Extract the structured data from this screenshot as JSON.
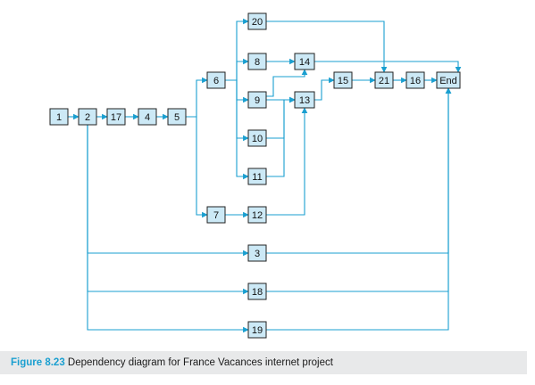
{
  "diagram": {
    "nodes": [
      {
        "id": "n1",
        "label": "1"
      },
      {
        "id": "n2",
        "label": "2"
      },
      {
        "id": "n17",
        "label": "17"
      },
      {
        "id": "n4",
        "label": "4"
      },
      {
        "id": "n5",
        "label": "5"
      },
      {
        "id": "n6",
        "label": "6"
      },
      {
        "id": "n7",
        "label": "7"
      },
      {
        "id": "n20",
        "label": "20"
      },
      {
        "id": "n8",
        "label": "8"
      },
      {
        "id": "n9",
        "label": "9"
      },
      {
        "id": "n10",
        "label": "10"
      },
      {
        "id": "n11",
        "label": "11"
      },
      {
        "id": "n12",
        "label": "12"
      },
      {
        "id": "n14",
        "label": "14"
      },
      {
        "id": "n13",
        "label": "13"
      },
      {
        "id": "n15",
        "label": "15"
      },
      {
        "id": "n21",
        "label": "21"
      },
      {
        "id": "n16",
        "label": "16"
      },
      {
        "id": "nEnd",
        "label": "End"
      },
      {
        "id": "n3",
        "label": "3"
      },
      {
        "id": "n18",
        "label": "18"
      },
      {
        "id": "n19",
        "label": "19"
      }
    ],
    "edges": [
      [
        "n1",
        "n2"
      ],
      [
        "n2",
        "n17"
      ],
      [
        "n17",
        "n4"
      ],
      [
        "n4",
        "n5"
      ],
      [
        "n5",
        "n6"
      ],
      [
        "n5",
        "n7"
      ],
      [
        "n6",
        "n20"
      ],
      [
        "n6",
        "n8"
      ],
      [
        "n6",
        "n9"
      ],
      [
        "n6",
        "n10"
      ],
      [
        "n6",
        "n11"
      ],
      [
        "n7",
        "n12"
      ],
      [
        "n8",
        "n14"
      ],
      [
        "n9",
        "n14"
      ],
      [
        "n9",
        "n13"
      ],
      [
        "n10",
        "n13"
      ],
      [
        "n11",
        "n13"
      ],
      [
        "n12",
        "n13"
      ],
      [
        "n13",
        "n15"
      ],
      [
        "n15",
        "n21"
      ],
      [
        "n20",
        "n21"
      ],
      [
        "n14",
        "nEnd"
      ],
      [
        "n21",
        "n16"
      ],
      [
        "n16",
        "nEnd"
      ],
      [
        "n2",
        "n3"
      ],
      [
        "n2",
        "n18"
      ],
      [
        "n2",
        "n19"
      ],
      [
        "n3",
        "nEnd"
      ],
      [
        "n18",
        "nEnd"
      ],
      [
        "n19",
        "nEnd"
      ]
    ]
  },
  "caption": {
    "label": "Figure 8.23",
    "text": "Dependency diagram for France Vacances internet project"
  },
  "colors": {
    "edge": "#1a9fd0",
    "node_fill": "#cce9f6",
    "caption_label": "#1a9fd0"
  }
}
